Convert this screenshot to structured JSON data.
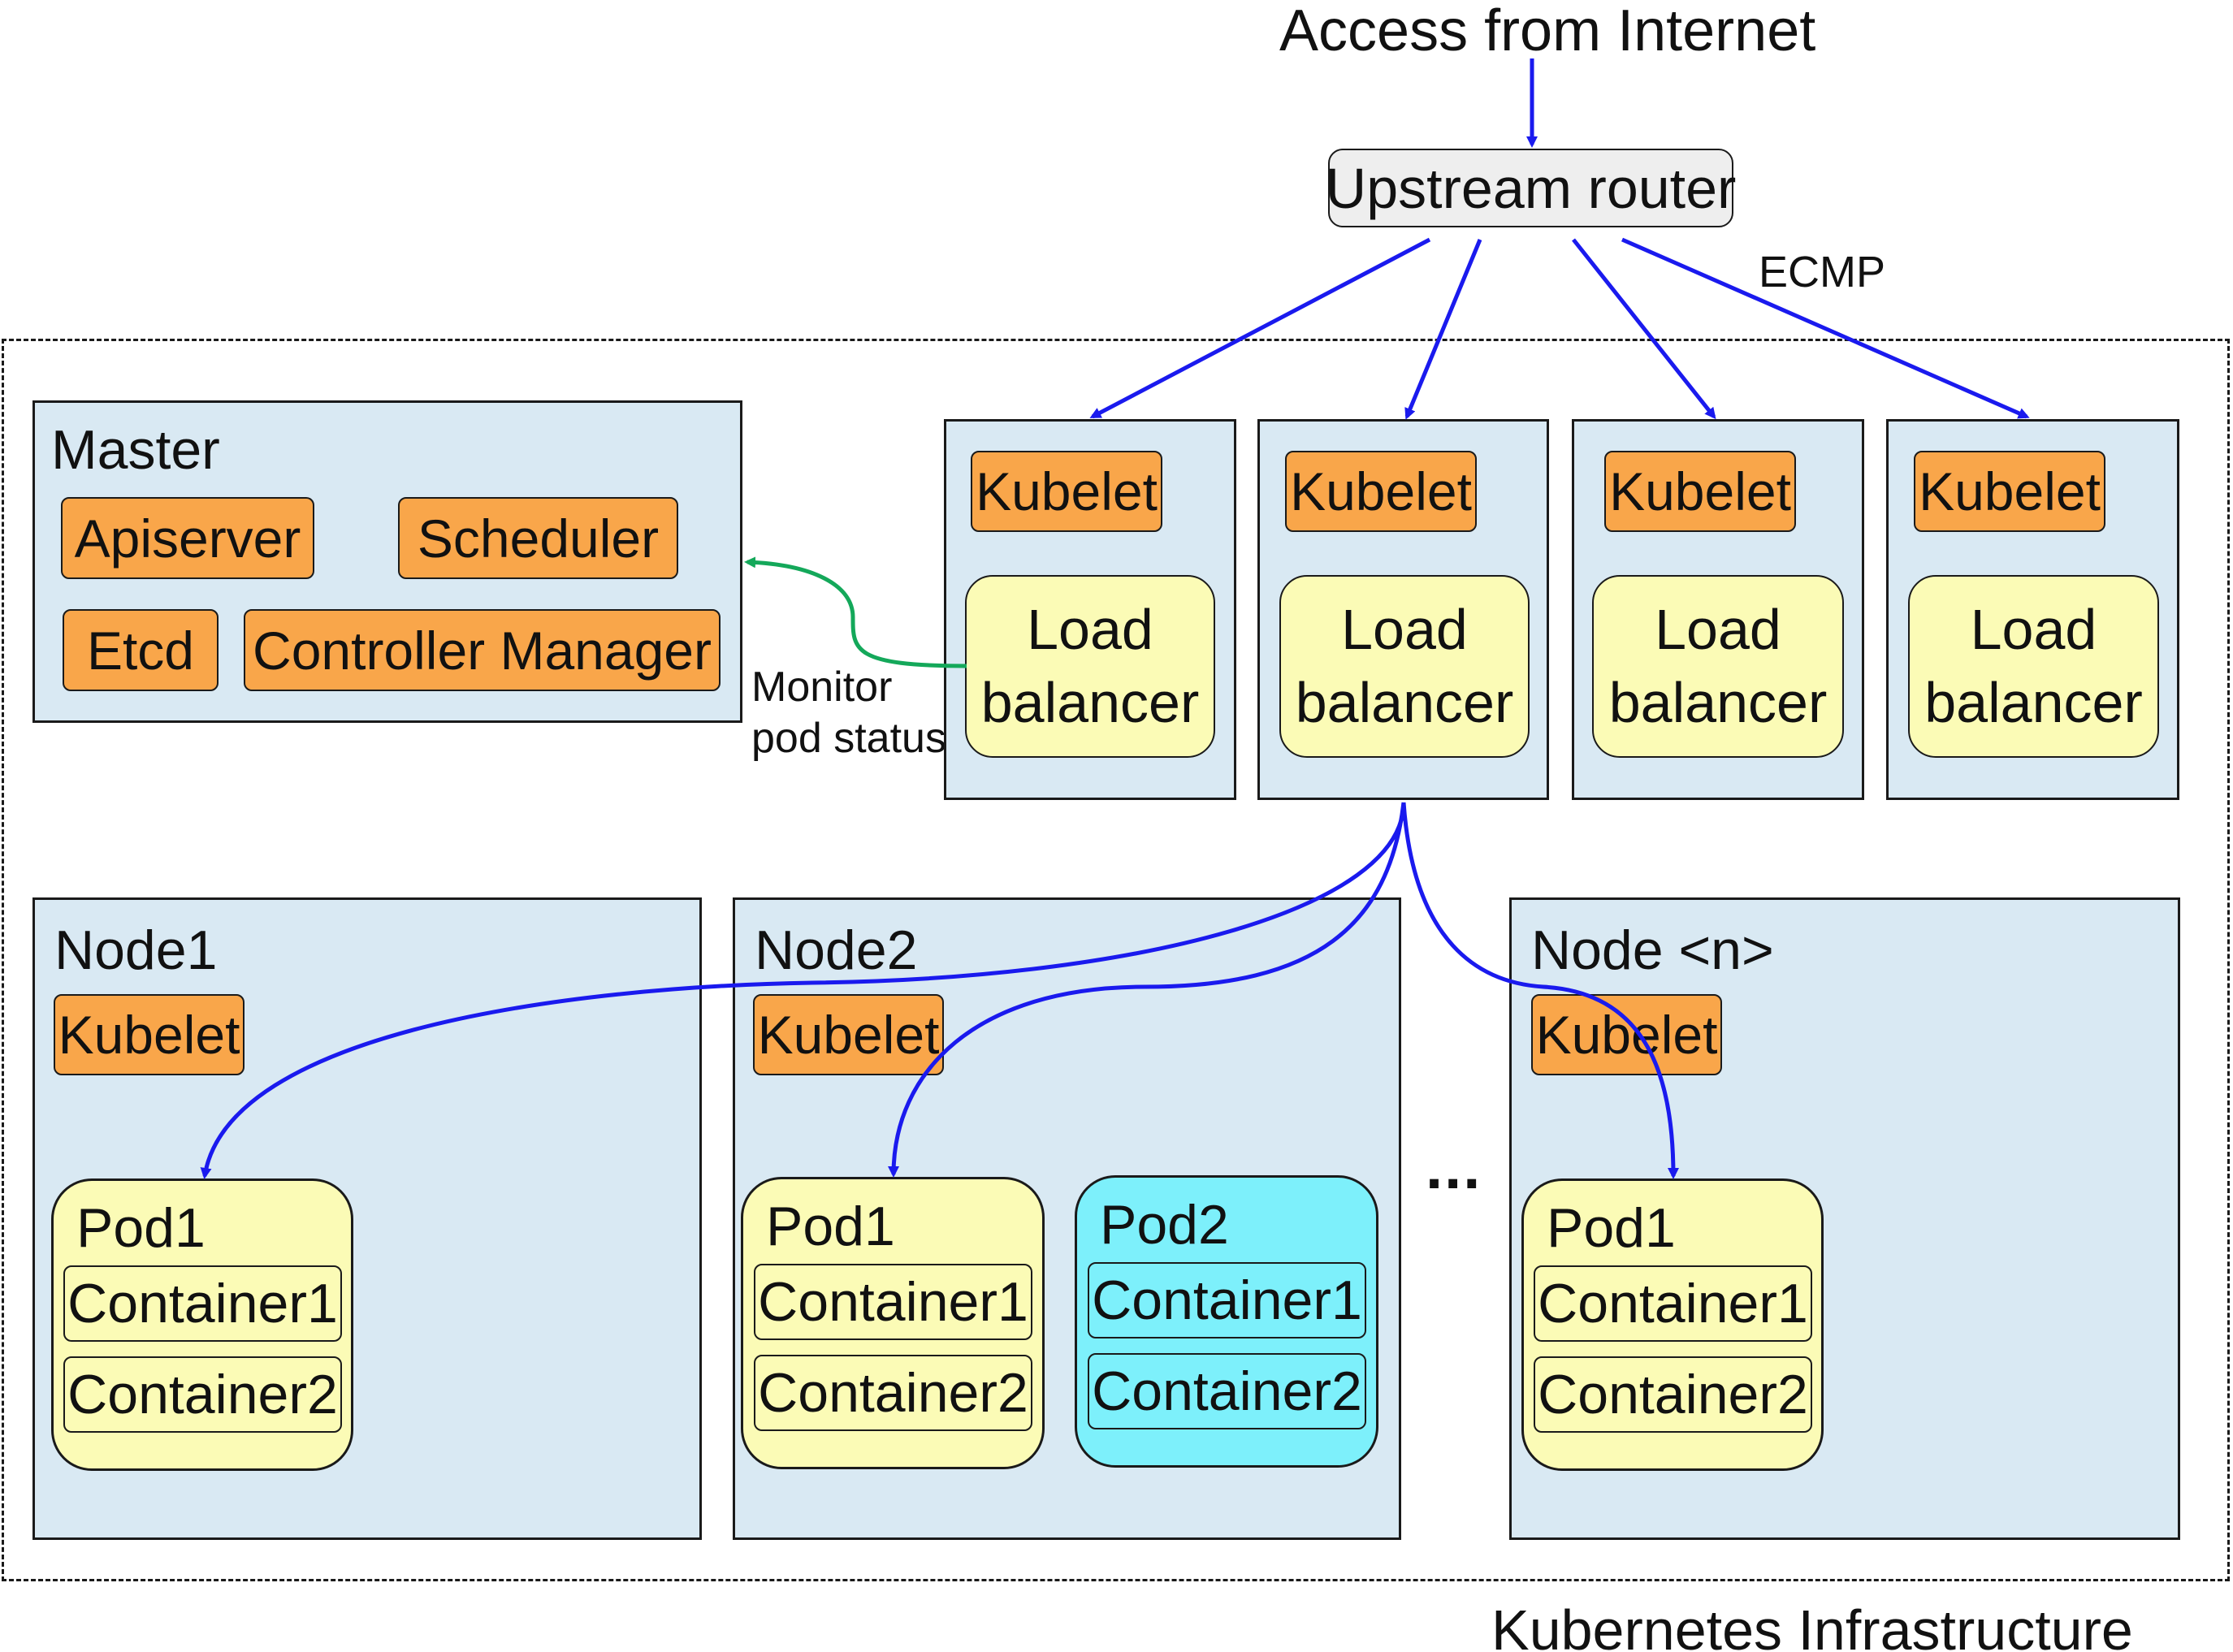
{
  "header": {
    "title": "Access from Internet"
  },
  "router": {
    "label": "Upstream router"
  },
  "ecmp_label": "ECMP",
  "infra_label": "Kubernetes Infrastructure",
  "master": {
    "title": "Master",
    "components": {
      "apiserver": "Apiserver",
      "scheduler": "Scheduler",
      "etcd": "Etcd",
      "controller_manager": "Controller Manager"
    }
  },
  "monitor_label": {
    "line1": "Monitor",
    "line2": "pod status"
  },
  "lb_nodes": [
    {
      "kubelet": "Kubelet",
      "lb_line1": "Load",
      "lb_line2": "balancer"
    },
    {
      "kubelet": "Kubelet",
      "lb_line1": "Load",
      "lb_line2": "balancer"
    },
    {
      "kubelet": "Kubelet",
      "lb_line1": "Load",
      "lb_line2": "balancer"
    },
    {
      "kubelet": "Kubelet",
      "lb_line1": "Load",
      "lb_line2": "balancer"
    }
  ],
  "nodes": [
    {
      "title": "Node1",
      "kubelet": "Kubelet",
      "pods": [
        {
          "title": "Pod1",
          "containers": [
            "Container1",
            "Container2"
          ]
        }
      ]
    },
    {
      "title": "Node2",
      "kubelet": "Kubelet",
      "pods": [
        {
          "title": "Pod1",
          "containers": [
            "Container1",
            "Container2"
          ]
        },
        {
          "title": "Pod2",
          "containers": [
            "Container1",
            "Container2"
          ]
        }
      ]
    },
    {
      "title": "Node <n>",
      "kubelet": "Kubelet",
      "pods": [
        {
          "title": "Pod1",
          "containers": [
            "Container1",
            "Container2"
          ]
        }
      ]
    }
  ],
  "ellipsis": "...",
  "colors": {
    "panel": "#d9e9f3",
    "kubelet": "#f9a64a",
    "load_balancer": "#fbfbb6",
    "pod_yellow": "#fbfbb6",
    "pod_cyan": "#7df0fb",
    "router": "#eeeeee",
    "blue_arrow": "#1a1aee",
    "green_arrow": "#14a85a"
  }
}
